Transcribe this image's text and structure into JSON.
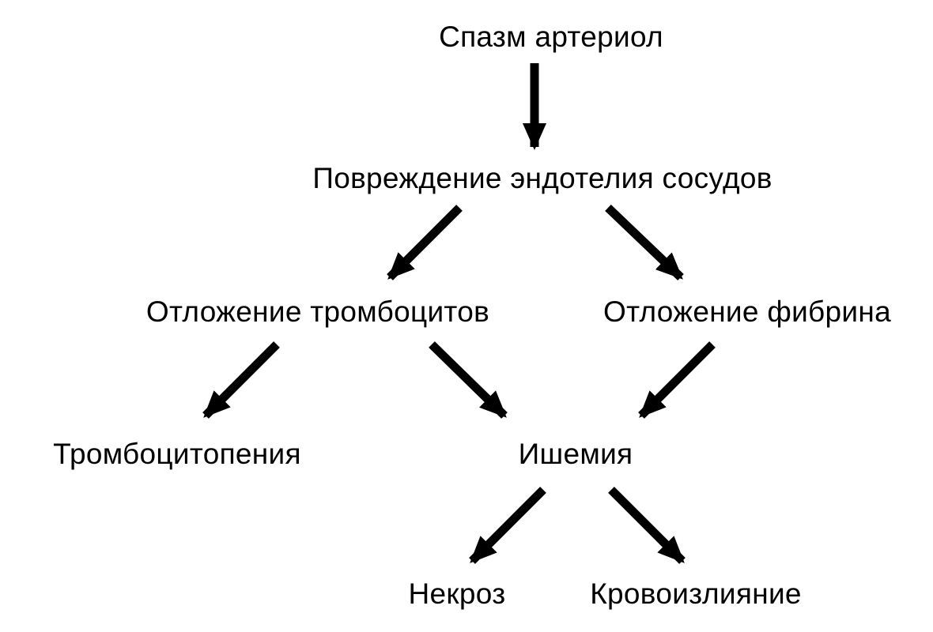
{
  "diagram": {
    "nodes": {
      "spasm": "Спазм артериол",
      "endothelium_damage": "Повреждение эндотелия сосудов",
      "platelet_deposition": "Отложение тромбоцитов",
      "fibrin_deposition": "Отложение фибрина",
      "thrombocytopenia": "Тромбоцитопения",
      "ischemia": "Ишемия",
      "necrosis": "Некроз",
      "hemorrhage": "Кровоизлияние"
    },
    "edges": [
      {
        "from": "spasm",
        "to": "endothelium_damage"
      },
      {
        "from": "endothelium_damage",
        "to": "platelet_deposition"
      },
      {
        "from": "endothelium_damage",
        "to": "fibrin_deposition"
      },
      {
        "from": "platelet_deposition",
        "to": "thrombocytopenia"
      },
      {
        "from": "platelet_deposition",
        "to": "ischemia"
      },
      {
        "from": "fibrin_deposition",
        "to": "ischemia"
      },
      {
        "from": "ischemia",
        "to": "necrosis"
      },
      {
        "from": "ischemia",
        "to": "hemorrhage"
      }
    ],
    "colors": {
      "ink": "#000000",
      "background": "#ffffff"
    }
  }
}
